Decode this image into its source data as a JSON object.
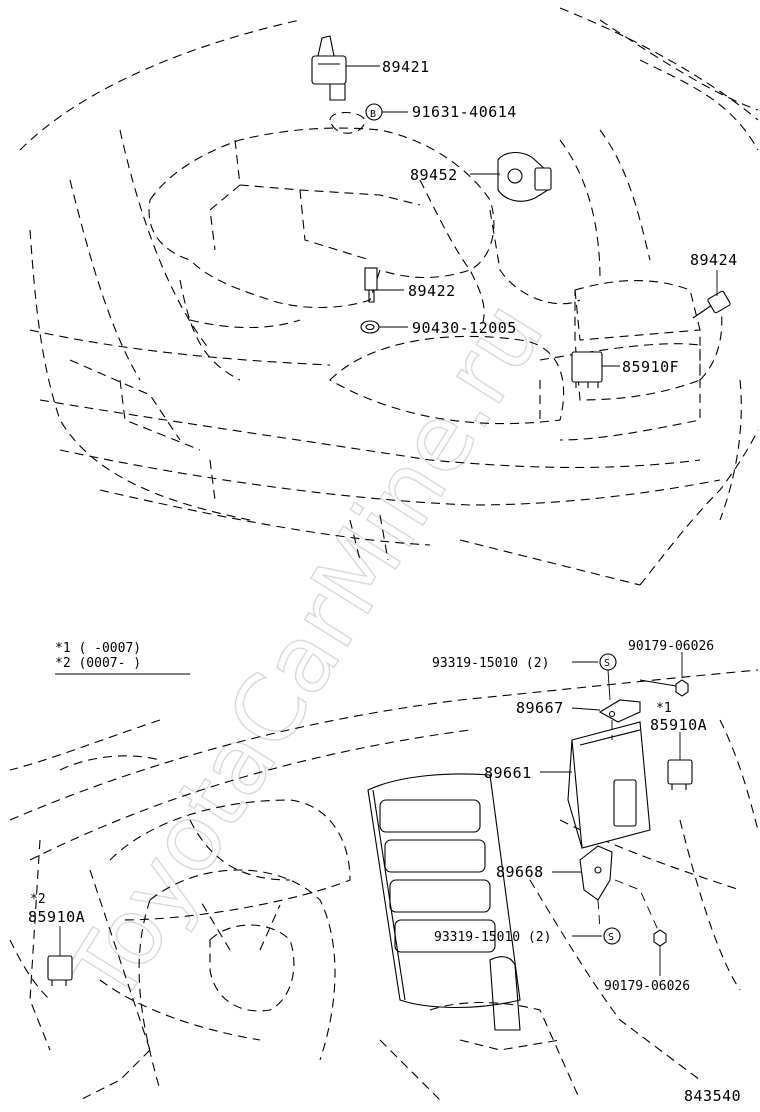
{
  "watermark": "ToyotaCarMine.ru",
  "diagram_id": "843540",
  "legend": {
    "line1": "*1 (   -0007)",
    "line2": "*2 (0007-   )"
  },
  "callouts": {
    "p89421": "89421",
    "p91631": "91631-40614",
    "p91631_mark": "B",
    "p89452": "89452",
    "p89424": "89424",
    "p89422": "89422",
    "p90430": "90430-12005",
    "p85910F": "85910F",
    "p93319a": "93319-15010 (2)",
    "p90179a": "90179-06026",
    "p89667": "89667",
    "note1_mark": "*1",
    "p85910A_r": "85910A",
    "p89661": "89661",
    "p89668": "89668",
    "note2_mark": "*2",
    "p85910A_l": "85910A",
    "p93319b": "93319-15010 (2)",
    "p90179b": "90179-06026",
    "s_mark": "S"
  }
}
